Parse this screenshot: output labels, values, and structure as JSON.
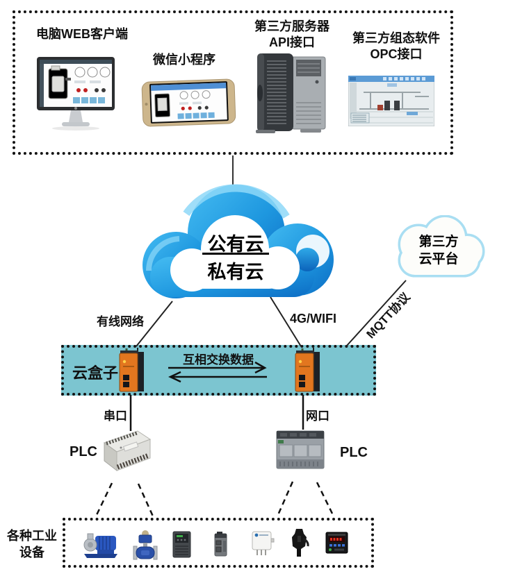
{
  "top_box": {
    "web_client_label": "电脑WEB客户端",
    "mini_program_label": "微信小程序",
    "server_label_line1": "第三方服务器",
    "server_label_line2": "API接口",
    "opc_label_line1": "第三方组态软件",
    "opc_label_line2": "OPC接口"
  },
  "clouds": {
    "main_top": "公有云",
    "main_bottom": "私有云",
    "third_party_line1": "第三方",
    "third_party_line2": "云平台"
  },
  "links": {
    "wired_label": "有线网络",
    "wifi_label": "4G/WIFI",
    "mqtt_label": "MQTT协议",
    "serial_label": "串口",
    "ethernet_label": "网口"
  },
  "gateway_box": {
    "name_label": "云盒子",
    "exchange_label": "互相交换数据"
  },
  "plc": {
    "left_label": "PLC",
    "right_label": "PLC"
  },
  "bottom_box": {
    "label_line1": "各种工业",
    "label_line2": "设备"
  },
  "icons": {
    "top_row": [
      "monitor-web-client",
      "smartphone-mini-program",
      "server-tower",
      "scada-screen"
    ],
    "gateways": [
      "iot-gateway-left",
      "iot-gateway-right"
    ],
    "plcs": [
      "plc-terminal-block",
      "plc-compact-module"
    ],
    "industrial_devices": [
      "pump",
      "flow-meter",
      "vfd-inverter",
      "servo-drive",
      "white-transmitter-sensor",
      "black-probe-sensor",
      "digital-panel-meter"
    ]
  },
  "colors": {
    "cloud_blue_light": "#3FB6EF",
    "cloud_blue_dark": "#0C6CC4",
    "cloud_highlight": "#8ED8F8",
    "third_cloud_border": "#A9DEF2",
    "gateway_orange": "#E2761F",
    "teal_box_fill": "#7CC5D0",
    "dotted_border": "#141414",
    "line_color": "#333333"
  }
}
